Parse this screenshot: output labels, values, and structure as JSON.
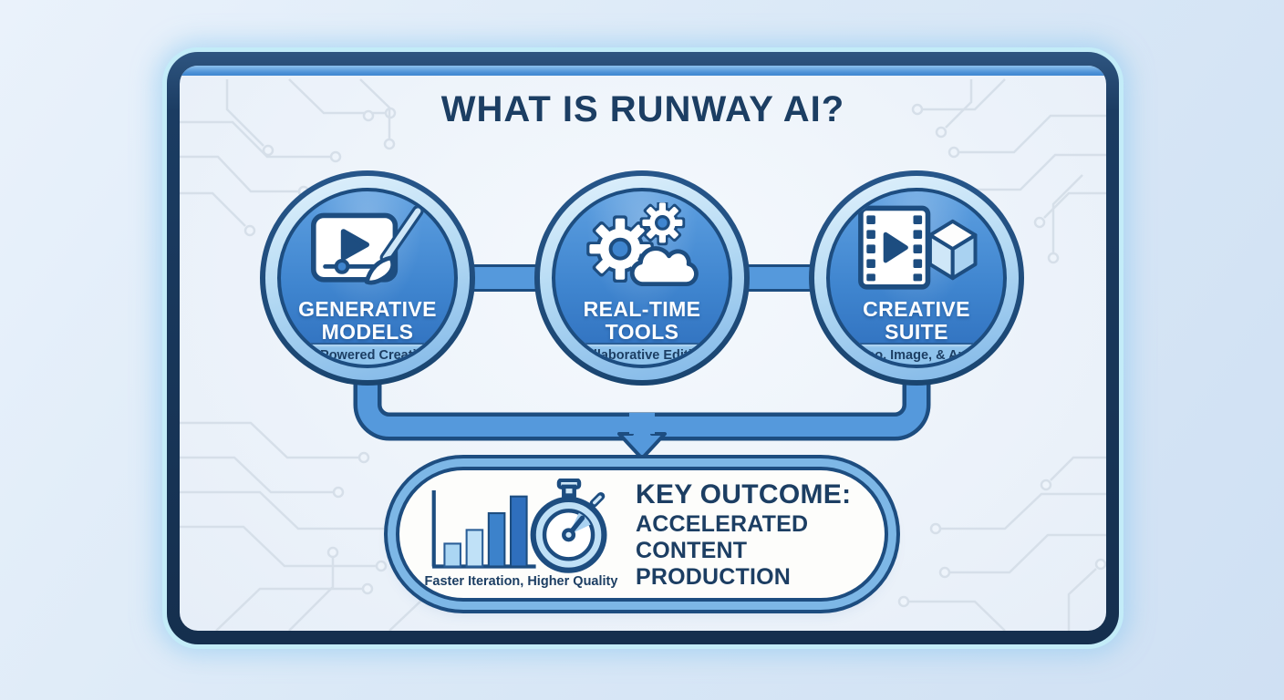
{
  "title": "WHAT IS RUNWAY AI?",
  "pillars": [
    {
      "label_top": "GENERATIVE",
      "label_bottom": "MODELS",
      "subtitle": "AI-Powered Creation",
      "icon": "video-player-paintbrush-icon"
    },
    {
      "label_top": "REAL-TIME",
      "label_bottom": "TOOLS",
      "subtitle": "Collaborative Editing",
      "icon": "gears-cloud-icon"
    },
    {
      "label_top": "CREATIVE",
      "label_bottom": "SUITE",
      "subtitle": "Video, Image, & Audio",
      "icon": "filmstrip-cube-icon"
    }
  ],
  "outcome": {
    "heading": "KEY OUTCOME:",
    "line1": "ACCELERATED",
    "line2": "CONTENT PRODUCTION",
    "caption": "Faster Iteration, Higher Quality",
    "icons": [
      "bar-chart-icon",
      "stopwatch-icon"
    ]
  },
  "colors": {
    "navy": "#1c3e63",
    "outline": "#1d4d80",
    "tube": "#5599dc",
    "band": "#8fc3ec",
    "ring_light": "#b6dbf4",
    "circle_top": "#5d9fe0",
    "circle_bottom": "#2f6fbd",
    "panel_bg": "#edf3fa",
    "page_bg": "#dbe9f7",
    "frame": "#152f4e",
    "glow": "#c3ecf8",
    "trace": "#d6dfe9",
    "bar1": "#abd6f3",
    "bar2": "#c0e1f7",
    "bar3": "#3c82cb",
    "bar4": "#2f6fbd",
    "icon_light": "#cfe7f8"
  }
}
